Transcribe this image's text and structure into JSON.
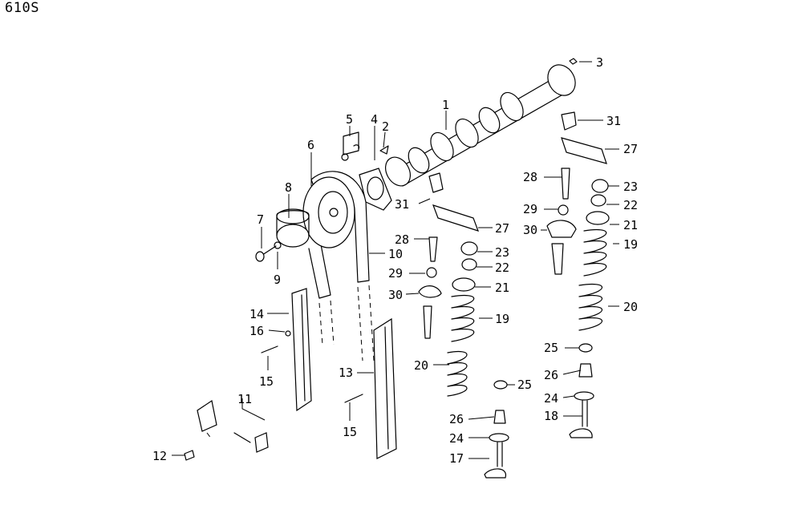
{
  "diagram": {
    "code": "610S",
    "callouts": [
      {
        "id": "c1",
        "text": "1"
      },
      {
        "id": "c2",
        "text": "2"
      },
      {
        "id": "c3",
        "text": "3"
      },
      {
        "id": "c4",
        "text": "4"
      },
      {
        "id": "c5",
        "text": "5"
      },
      {
        "id": "c6",
        "text": "6"
      },
      {
        "id": "c7",
        "text": "7"
      },
      {
        "id": "c8",
        "text": "8"
      },
      {
        "id": "c9",
        "text": "9"
      },
      {
        "id": "c10",
        "text": "10"
      },
      {
        "id": "c11",
        "text": "11"
      },
      {
        "id": "c12",
        "text": "12"
      },
      {
        "id": "c13",
        "text": "13"
      },
      {
        "id": "c14",
        "text": "14"
      },
      {
        "id": "c15a",
        "text": "15"
      },
      {
        "id": "c15b",
        "text": "15"
      },
      {
        "id": "c16",
        "text": "16"
      },
      {
        "id": "c17",
        "text": "17"
      },
      {
        "id": "c18",
        "text": "18"
      },
      {
        "id": "c19a",
        "text": "19"
      },
      {
        "id": "c19b",
        "text": "19"
      },
      {
        "id": "c20a",
        "text": "20"
      },
      {
        "id": "c20b",
        "text": "20"
      },
      {
        "id": "c21a",
        "text": "21"
      },
      {
        "id": "c21b",
        "text": "21"
      },
      {
        "id": "c22a",
        "text": "22"
      },
      {
        "id": "c22b",
        "text": "22"
      },
      {
        "id": "c23a",
        "text": "23"
      },
      {
        "id": "c23b",
        "text": "23"
      },
      {
        "id": "c24a",
        "text": "24"
      },
      {
        "id": "c24b",
        "text": "24"
      },
      {
        "id": "c25a",
        "text": "25"
      },
      {
        "id": "c25b",
        "text": "25"
      },
      {
        "id": "c26a",
        "text": "26"
      },
      {
        "id": "c26b",
        "text": "26"
      },
      {
        "id": "c27a",
        "text": "27"
      },
      {
        "id": "c27b",
        "text": "27"
      },
      {
        "id": "c28a",
        "text": "28"
      },
      {
        "id": "c28b",
        "text": "28"
      },
      {
        "id": "c29a",
        "text": "29"
      },
      {
        "id": "c29b",
        "text": "29"
      },
      {
        "id": "c30a",
        "text": "30"
      },
      {
        "id": "c30b",
        "text": "30"
      },
      {
        "id": "c31a",
        "text": "31"
      },
      {
        "id": "c31b",
        "text": "31"
      }
    ]
  }
}
